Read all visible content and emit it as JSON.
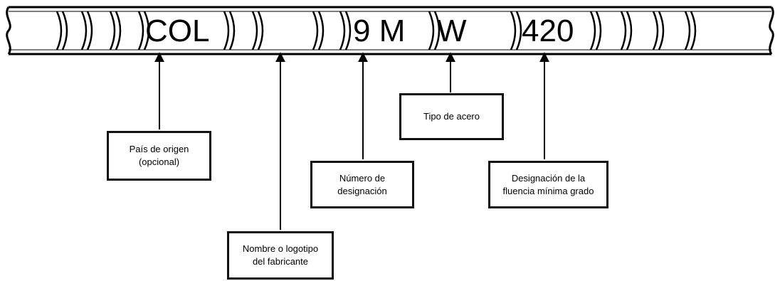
{
  "bar_markings": {
    "country": "COL",
    "designation": "9 M",
    "steel_type": "W",
    "grade": "420"
  },
  "callouts": {
    "country_of_origin": {
      "line1": "País de origen",
      "line2": "(opcional)"
    },
    "manufacturer": {
      "line1": "Nombre o logotipo",
      "line2": "del fabricante"
    },
    "designation_number": {
      "line1": "Número de",
      "line2": "designación"
    },
    "steel_type": {
      "line1": "Tipo de acero"
    },
    "min_yield_grade": {
      "line1": "Designación de la",
      "line2": "fluencia mínima grado"
    }
  }
}
